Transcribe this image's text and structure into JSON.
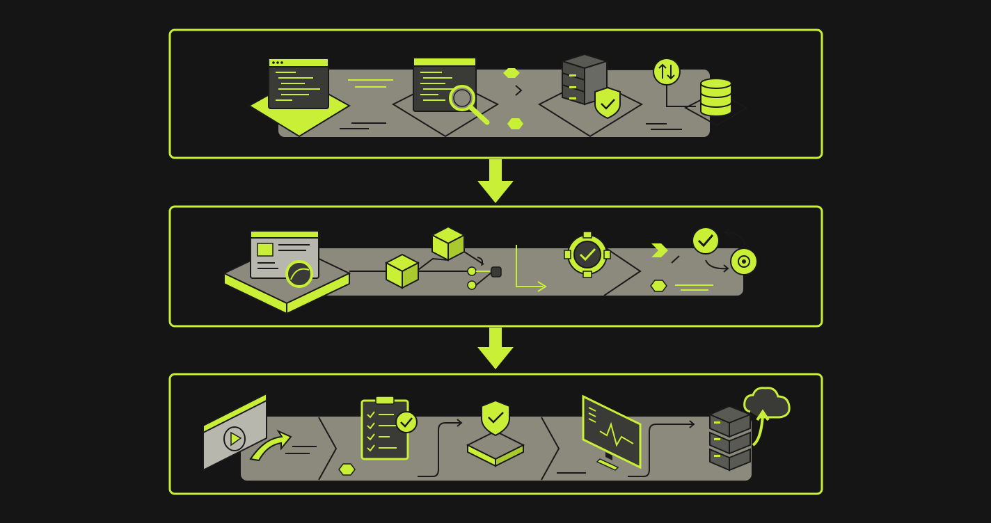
{
  "colors": {
    "background": "#151515",
    "accent": "#C9F037",
    "band": "#8B8A7D",
    "icon_fill": "#3A3A36",
    "icon_fill_light": "#B8B7AE",
    "outline": "#1A1A1A"
  },
  "stages": [
    {
      "id": "stage-1",
      "icons": [
        "code-editor-icon",
        "code-review-icon",
        "server-shield-icon",
        "sync-icon",
        "database-icon"
      ]
    },
    {
      "id": "stage-2",
      "icons": [
        "dashboard-window-icon",
        "cube-network-icon",
        "branch-icon",
        "gear-check-icon",
        "check-cycle-icon"
      ]
    },
    {
      "id": "stage-3",
      "icons": [
        "video-player-icon",
        "checklist-icon",
        "shield-platform-icon",
        "monitor-chart-icon",
        "cloud-server-icon"
      ]
    }
  ],
  "connectors": [
    "down-arrow",
    "down-arrow"
  ]
}
